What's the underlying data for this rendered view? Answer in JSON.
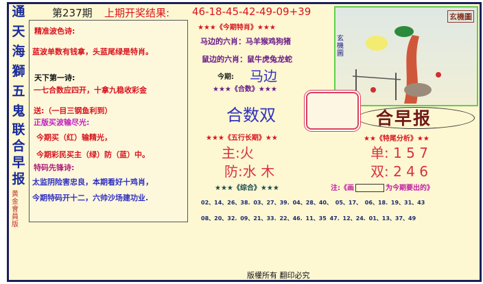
{
  "side_title": [
    "通",
    "天",
    "海",
    "獅",
    "五",
    "鬼",
    "联",
    "合",
    "早",
    "报"
  ],
  "side_sub": "黄金會員版",
  "issue": "第237期",
  "last_result_label": "上期开奖结果:",
  "last_result": "46-18-45-42-49-09+39",
  "left": {
    "h1": "精准波色诗:",
    "l1": "蓝波单数有钱拿，头蓝尾绿是特肖。",
    "h2": "天下第一诗:",
    "l2": "一七合数应四开，十拿九稳收彩金",
    "l3": "送:（一目三钢鱼利到）",
    "h3": "正版买波输尽光:",
    "l4": "今期买（红）输精光，",
    "l5": "今期彩民买主（绿）防（蓝）中。",
    "h4": "特码先锋诗:",
    "l6": "太监阴险害忠良，本期看好十鸡肖，",
    "l7": "今期特码开十二，六帅沙场建功业."
  },
  "zodiac": {
    "title": "★★★《今期特肖》★★★",
    "ma": "马边的六肖：马羊猴鸡狗猪",
    "shu": "鼠边的六肖：鼠牛虎兔龙蛇",
    "this_label": "今期:",
    "this_value": "马边"
  },
  "heshu": {
    "title": "★★★《合数》★★★",
    "value": "合数双"
  },
  "wuxing": {
    "title": "★★★《五行长期》★★",
    "main": "主:火",
    "guard": "防:水 木"
  },
  "tail": {
    "title": "★★《特尾分析》★★",
    "dan": "单: 1 5 7",
    "shuang": "双: 2 4 6"
  },
  "zonghe": {
    "title": "★★★《综合》★★★",
    "note_pre": "注:《画",
    "note_post": "为今期要出的》",
    "row1": "02、14、26、38.  03、27、39.  04、28、40、  05、17、  06、18.  19、31、43",
    "row2": "08、20、32.  09、21、33.  22、46.  11、35 47.  12、24.  01、13、37、49"
  },
  "picture": {
    "stamp": "玄機圖",
    "side": "玄機圖"
  },
  "banner": "合早报",
  "footer": "版權所有 翻印必究"
}
